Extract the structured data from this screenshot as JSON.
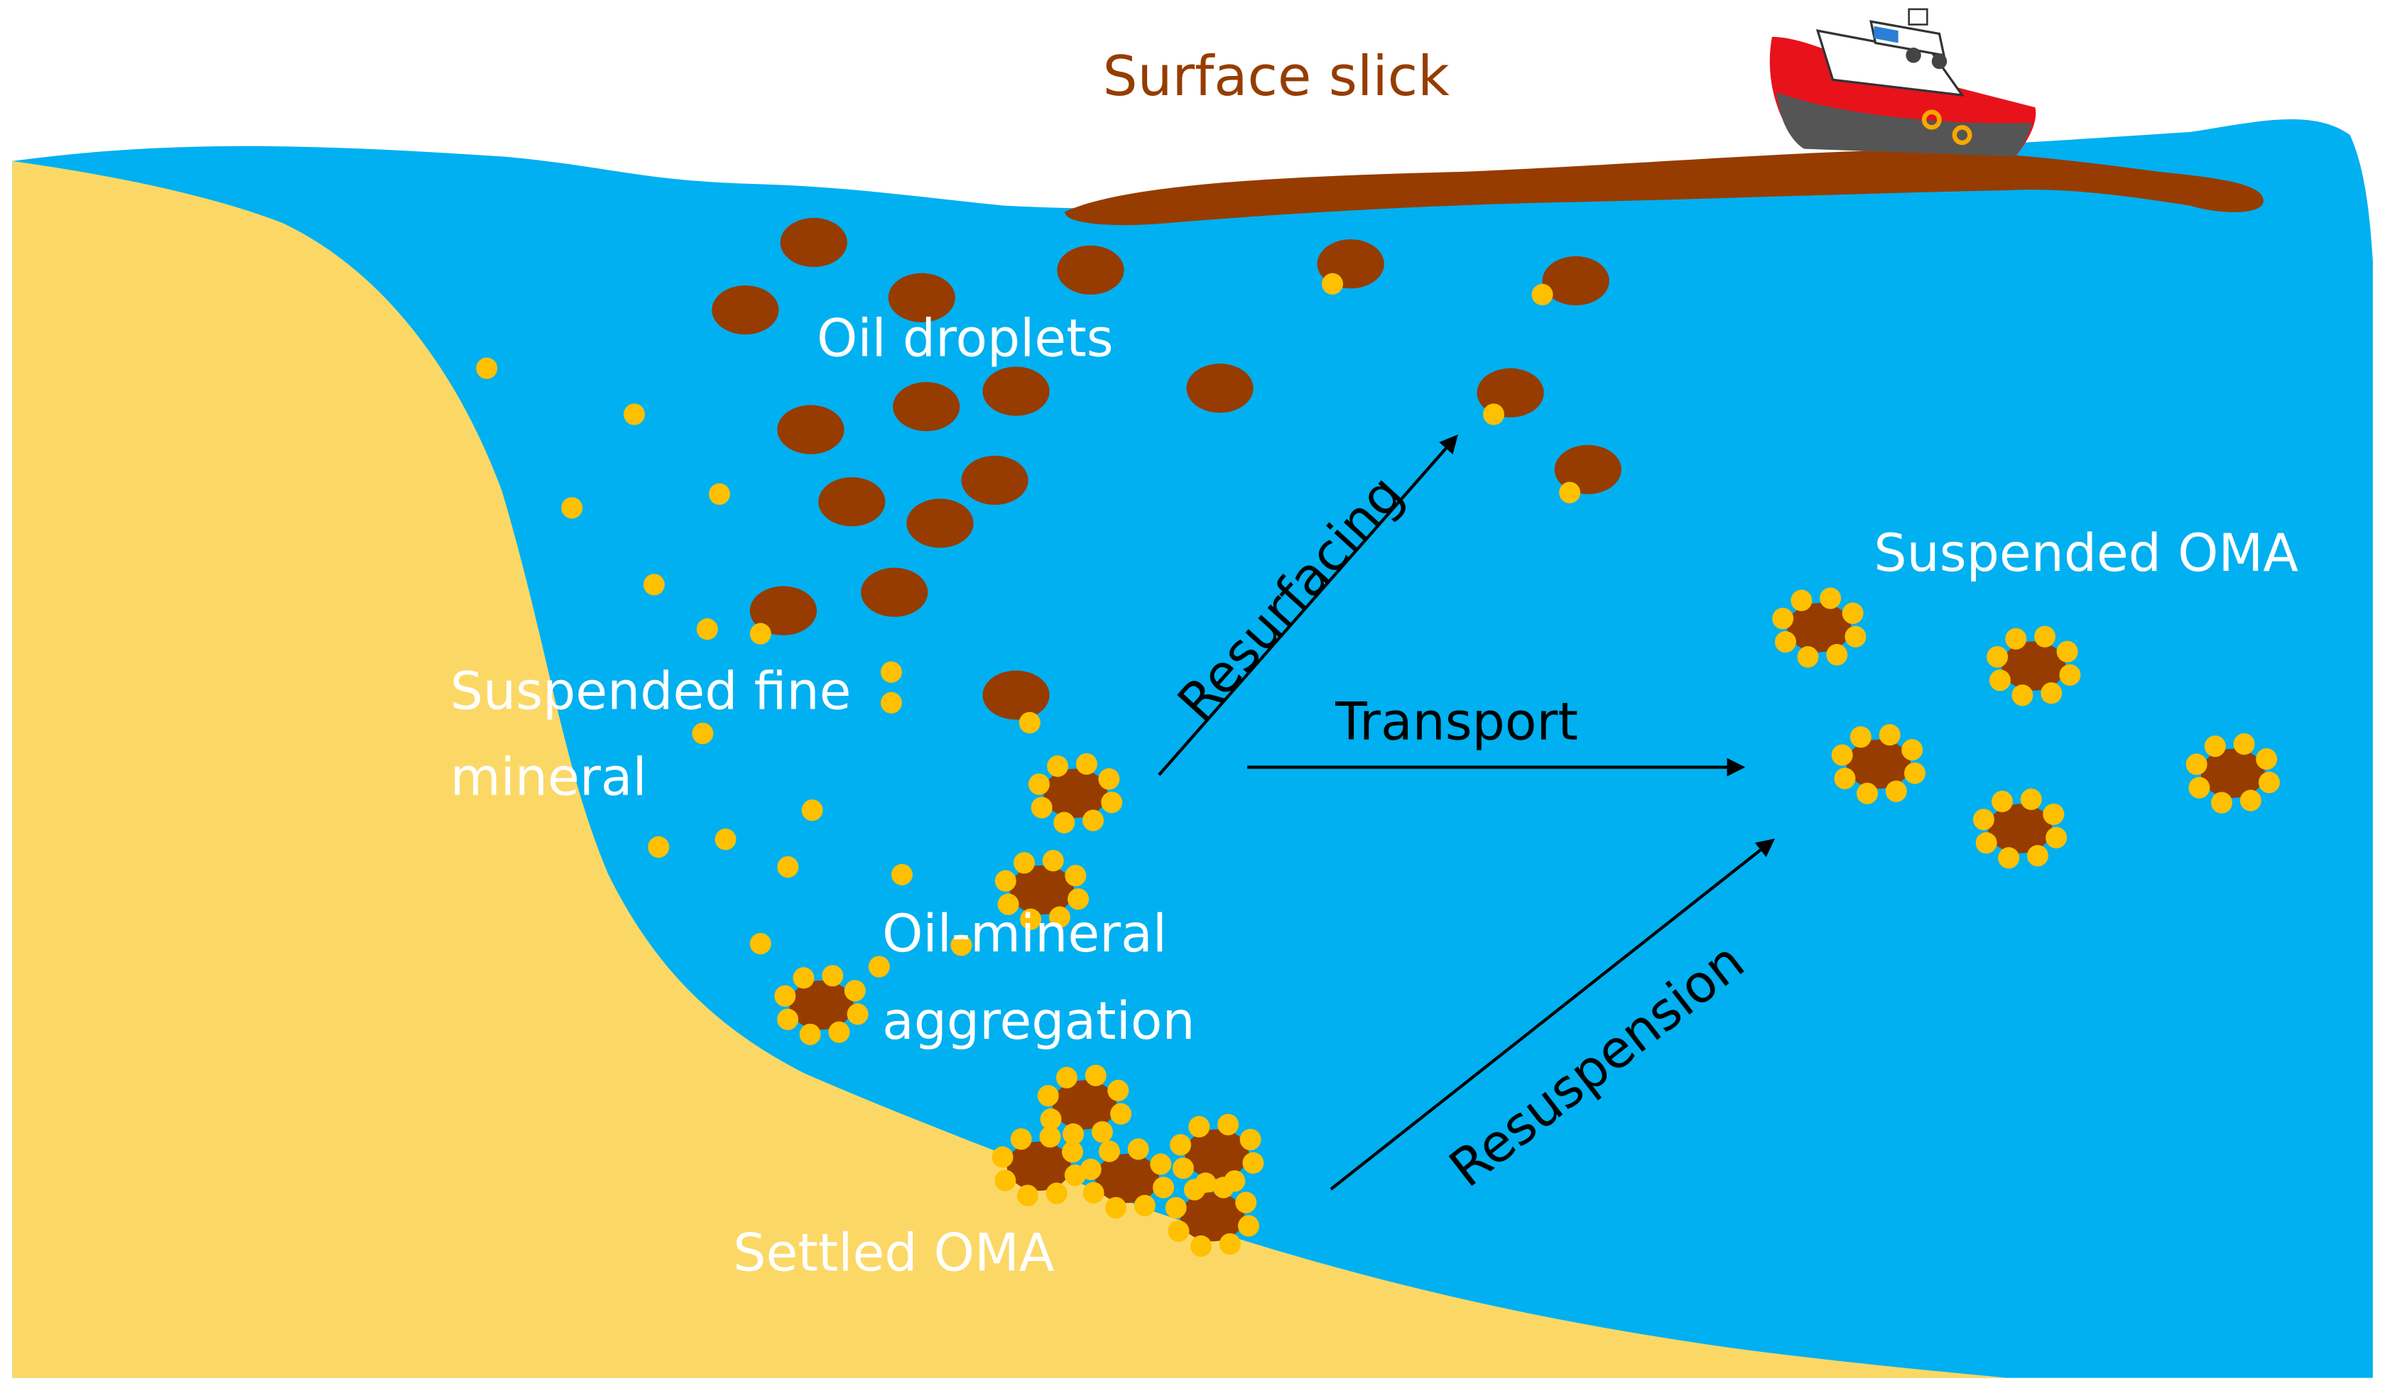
{
  "colors": {
    "water": "#00b0f0",
    "sand": "#fbd866",
    "oil": "#963c00",
    "mineral": "#ffc000",
    "mineral_edge": "#e6a100",
    "label_white": "#ffffff",
    "slick_text": "#963c00",
    "arrow": "#000000",
    "hull": "#e8121b",
    "hull_bottom": "#555555",
    "cabin": "#ffffff"
  },
  "labels": {
    "surface_slick": "Surface slick",
    "oil_droplets": "Oil droplets",
    "suspended_fine_mineral_1": "Suspended fine",
    "suspended_fine_mineral_2": "mineral",
    "oil_mineral_aggregation_1": "Oil-mineral",
    "oil_mineral_aggregation_2": "aggregation",
    "settled_oma": "Settled OMA",
    "suspended_oma": "Suspended OMA",
    "resurfacing": "Resurfacing",
    "transport": "Transport",
    "resuspension": "Resuspension"
  },
  "icons": {
    "vessel": "ship-icon"
  }
}
